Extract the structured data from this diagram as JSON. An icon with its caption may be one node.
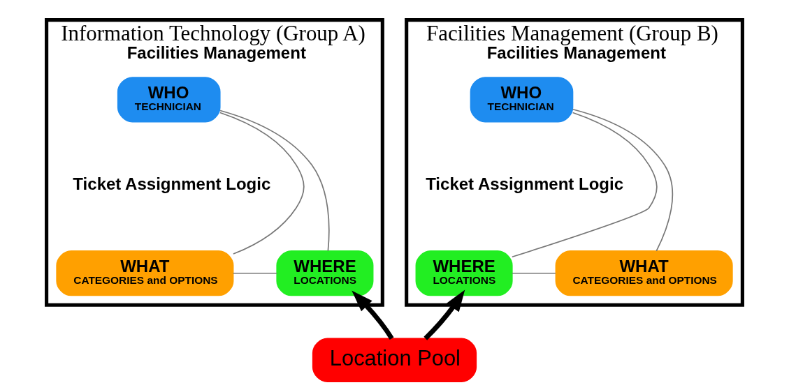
{
  "diagram": {
    "nodes": [
      {
        "text": [
          "Facilities Management"
        ],
        "beside": [
          "Information Technology (Group A)"
        ]
      },
      {
        "text": [
          "WHO",
          "TECHNICIAN"
        ],
        "in": 0
      },
      {
        "text": [
          "Ticket Assignment Logic"
        ],
        "in": 0
      },
      {
        "text": [
          "WHAT",
          "CATEGORIES and OPTIONS"
        ],
        "in": 0
      },
      {
        "text": [
          "WHERE",
          "LOCATIONS"
        ],
        "in": 0
      },
      {
        "text": [
          "Facilities Management"
        ],
        "beside": [
          "Facilities Management (Group B)"
        ]
      },
      {
        "text": [
          "WHO",
          "TECHNICIAN"
        ],
        "in": 5
      },
      {
        "text": [
          "Ticket Assignment Logic"
        ],
        "in": 5
      },
      {
        "text": [
          "WHERE",
          "LOCATIONS"
        ],
        "in": 5
      },
      {
        "text": [
          "WHAT",
          "CATEGORIES and OPTIONS"
        ],
        "in": 5
      },
      {
        "text": [
          "Location Pool"
        ]
      }
    ],
    "edges": [
      {
        "from": 1,
        "to": 3,
        "arrow": "none"
      },
      {
        "from": 1,
        "to": 4,
        "arrow": "none"
      },
      {
        "from": 3,
        "to": 4,
        "arrow": "none"
      },
      {
        "from": 6,
        "to": 8,
        "arrow": "none"
      },
      {
        "from": 6,
        "to": 9,
        "arrow": "none"
      },
      {
        "from": 8,
        "to": 9,
        "arrow": "none"
      },
      {
        "from": 10,
        "to": 4,
        "arrow": "to",
        "style": "thick",
        "color": "#000000"
      },
      {
        "from": 10,
        "to": 8,
        "arrow": "to",
        "style": "thick",
        "color": "#000000"
      }
    ]
  }
}
